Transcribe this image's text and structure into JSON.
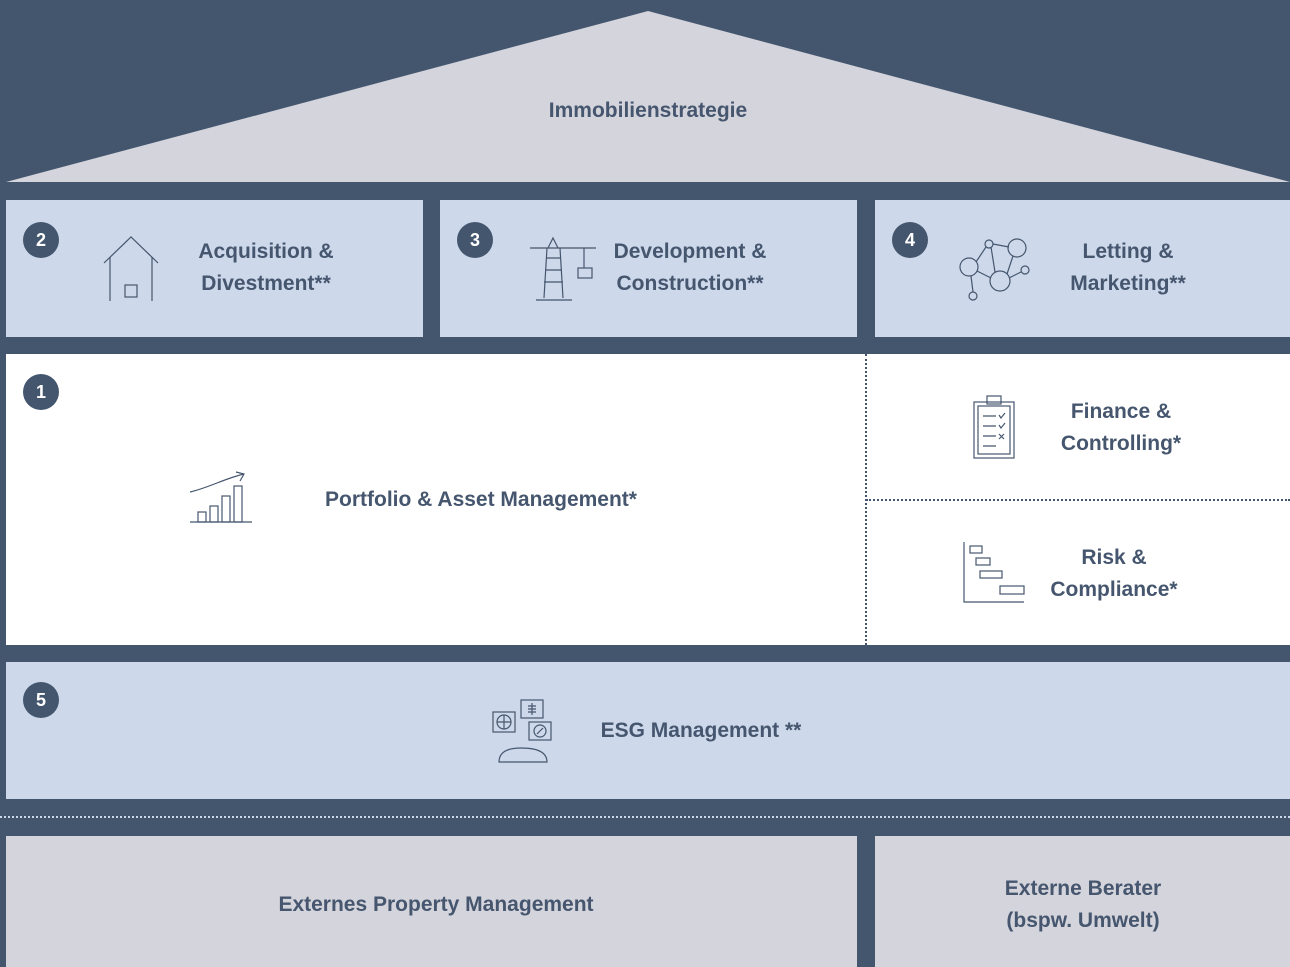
{
  "roof": {
    "title": "Immobilienstrategie"
  },
  "row1": [
    {
      "number": "2",
      "line1": "Acquisition &",
      "line2": "Divestment**",
      "icon": "house-icon"
    },
    {
      "number": "3",
      "line1": "Development &",
      "line2": "Construction**",
      "icon": "crane-icon"
    },
    {
      "number": "4",
      "line1": "Letting &",
      "line2": "Marketing**",
      "icon": "network-icon"
    }
  ],
  "row2": {
    "main": {
      "number": "1",
      "label": "Portfolio & Asset Management*",
      "icon": "growth-chart-icon"
    },
    "finance": {
      "line1": "Finance &",
      "line2": "Controlling*",
      "icon": "checklist-icon"
    },
    "risk": {
      "line1": "Risk &",
      "line2": "Compliance*",
      "icon": "gantt-chart-icon"
    }
  },
  "row3": {
    "number": "5",
    "label": "ESG Management **",
    "icon": "esg-icon"
  },
  "row4": {
    "property": "Externes Property Management",
    "advisors_line1": "Externe Berater",
    "advisors_line2": "(bspw. Umwelt)"
  },
  "colors": {
    "dark": "#44566e",
    "light": "#cdd8ea",
    "roof": "#d4d4dc",
    "white": "#ffffff"
  }
}
